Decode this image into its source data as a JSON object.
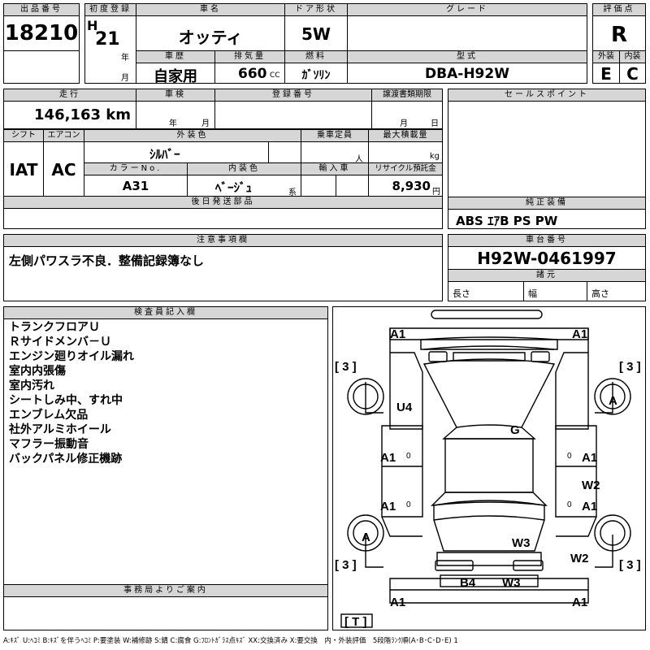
{
  "header": {
    "lot_label": "出品番号",
    "lot_value": "18210",
    "first_reg_label": "初度登録",
    "era": "H",
    "year": "21",
    "year_unit": "年",
    "month_unit": "月",
    "car_name_label": "車名",
    "car_name": "オッティ",
    "door_label": "ドア形状",
    "door": "5W",
    "grade_label": "グレード",
    "grade": "",
    "score_label": "評価点",
    "score": "R",
    "history_label": "車歴",
    "history": "自家用",
    "displacement_label": "排気量",
    "displacement": "660",
    "displacement_unit": "CC",
    "fuel_label": "燃料",
    "fuel": "ｶﾞｿﾘﾝ",
    "model_label": "型式",
    "model": "DBA-H92W",
    "ext_label": "外装",
    "ext": "E",
    "int_label": "内装",
    "int": "C"
  },
  "row2": {
    "mileage_label": "走行",
    "mileage": "146,163 km",
    "inspection_label": "車検",
    "insp_year_unit": "年",
    "insp_month_unit": "月",
    "reg_no_label": "登録番号",
    "reg_no": "",
    "transfer_label": "譲渡書類期限",
    "transfer_month_unit": "月",
    "transfer_day_unit": "日",
    "sales_label": "セールスポイント",
    "shift_label": "シフト",
    "shift": "IAT",
    "ac_label": "エアコン",
    "ac": "AC",
    "ext_color_label": "外装色",
    "ext_color": "ｼﾙﾊﾞｰ",
    "capacity_label": "乗車定員",
    "capacity_unit": "人",
    "load_label": "最大積載量",
    "load_unit": "kg",
    "color_no_label": "カラーNo.",
    "color_no": "A31",
    "int_color_label": "内装色",
    "int_color": "ﾍﾞｰｼﾞｭ",
    "int_color_unit": "系",
    "import_label": "輸入車",
    "recycle_label": "リサイクル預託金",
    "recycle": "8,930",
    "recycle_unit": "円",
    "later_parts_label": "後日発送部品",
    "equipment_label": "純正装備",
    "equipment": "ABS ｴｱB PS PW"
  },
  "notes": {
    "caution_label": "注意事項欄",
    "caution": "左側パワスラ不良．整備記録簿なし",
    "chassis_label": "車台番号",
    "chassis": "H92W-0461997",
    "spec_label": "諸元",
    "length_label": "長さ",
    "width_label": "幅",
    "height_label": "高さ"
  },
  "inspector": {
    "label": "検査員記入欄",
    "lines": [
      "トランクフロアＵ",
      "Ｒサイドメンバ－Ｕ",
      "エンジン廻りオイル漏れ",
      "室内内張傷",
      "室内汚れ",
      "シートしみ中、すれ中",
      "エンブレム欠品",
      "社外アルミホイール",
      "マフラー振動音",
      "バックパネル修正機跡"
    ],
    "office_label": "事務局よりご案内"
  },
  "diagram": {
    "marks": {
      "front_left": "A1",
      "front_right": "A1",
      "corner_fl": "[ 3 ]",
      "corner_fr": "[ 3 ]",
      "corner_rl": "[ 3 ]",
      "corner_rr": "[ 3 ]",
      "wheel_fr": "A",
      "wheel_rl": "A",
      "hood_left": "U4",
      "roof": "G",
      "door_l1": "A1",
      "door_r1": "A1",
      "door_l2": "A1",
      "door_r2": "A1",
      "w2_a": "W2",
      "w2_b": "W2",
      "w3_a": "W3",
      "w3_b": "W3",
      "b4": "B4",
      "rear_left": "A1",
      "rear_right": "A1",
      "tail": "[ T ]",
      "zero_l1": "0",
      "zero_r1": "0",
      "zero_l2": "0",
      "zero_r2": "0"
    }
  },
  "footer": {
    "legend": "A:ｷｽﾞ U:ﾍｺﾐ B:ｷｽﾞを伴うﾍｺﾐ P:要塗装 W:補修跡 S:錆 C:腐食 G:ﾌﾛﾝﾄｶﾞﾗｽ点ｷｽﾞ XX:交換済み X:要交換　内・外装評価　5段階ﾗﾝｸ順(A･B･C･D･E) 1"
  }
}
